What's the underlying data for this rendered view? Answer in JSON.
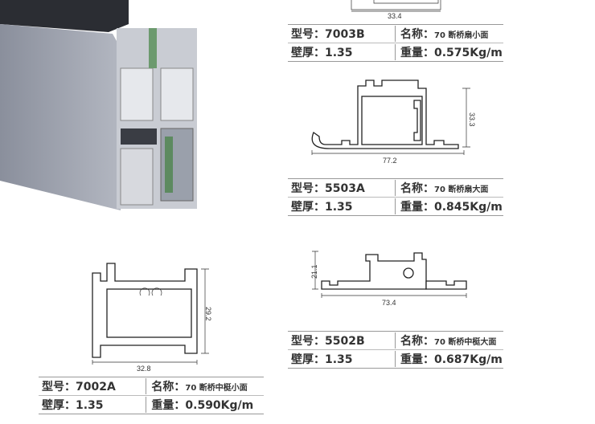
{
  "labels": {
    "model": "型号：",
    "name": "名称：",
    "thickness": "壁厚：",
    "weight": "重量："
  },
  "products": [
    {
      "model": "7003B",
      "name": "70 断桥扇小面",
      "thickness": "1.35",
      "weight": "0.575Kg/m",
      "dims": [
        "33.4"
      ]
    },
    {
      "model": "5503A",
      "name": "70 断桥扇大面",
      "thickness": "1.35",
      "weight": "0.845Kg/m",
      "dims": [
        "77.2",
        "33.3"
      ]
    },
    {
      "model": "5502B",
      "name": "70 断桥中梃大面",
      "thickness": "1.35",
      "weight": "0.687Kg/m",
      "dims": [
        "73.4",
        "21.1"
      ]
    },
    {
      "model": "7002A",
      "name": "70 断桥中梃小面",
      "thickness": "1.35",
      "weight": "0.590Kg/m",
      "dims": [
        "32.8",
        "29.2"
      ]
    }
  ]
}
